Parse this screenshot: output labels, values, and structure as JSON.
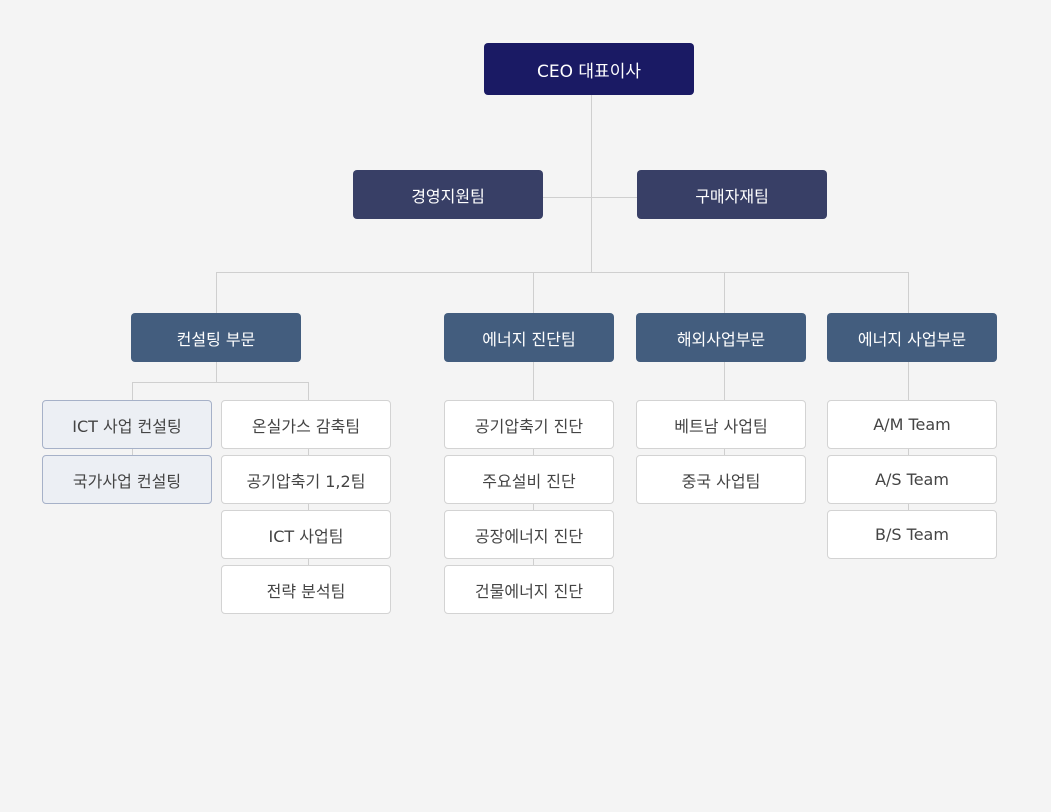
{
  "ceo": {
    "label": "CEO 대표이사"
  },
  "support": [
    {
      "label": "경영지원팀"
    },
    {
      "label": "구매자재팀"
    }
  ],
  "divisions": [
    {
      "label": "컨설팅 부문",
      "left_teams": [
        {
          "label": "ICT 사업 컨설팅"
        },
        {
          "label": "국가사업 컨설팅"
        }
      ],
      "right_teams": [
        {
          "label": "온실가스 감축팀"
        },
        {
          "label": "공기압축기 1,2팀"
        },
        {
          "label": "ICT 사업팀"
        },
        {
          "label": "전략 분석팀"
        }
      ]
    },
    {
      "label": "에너지 진단팀",
      "teams": [
        {
          "label": "공기압축기 진단"
        },
        {
          "label": "주요설비 진단"
        },
        {
          "label": "공장에너지 진단"
        },
        {
          "label": "건물에너지 진단"
        }
      ]
    },
    {
      "label": "해외사업부문",
      "teams": [
        {
          "label": "베트남 사업팀"
        },
        {
          "label": "중국 사업팀"
        }
      ]
    },
    {
      "label": "에너지 사업부문",
      "teams": [
        {
          "label": "A/M Team"
        },
        {
          "label": "A/S Team"
        },
        {
          "label": "B/S Team"
        }
      ]
    }
  ]
}
